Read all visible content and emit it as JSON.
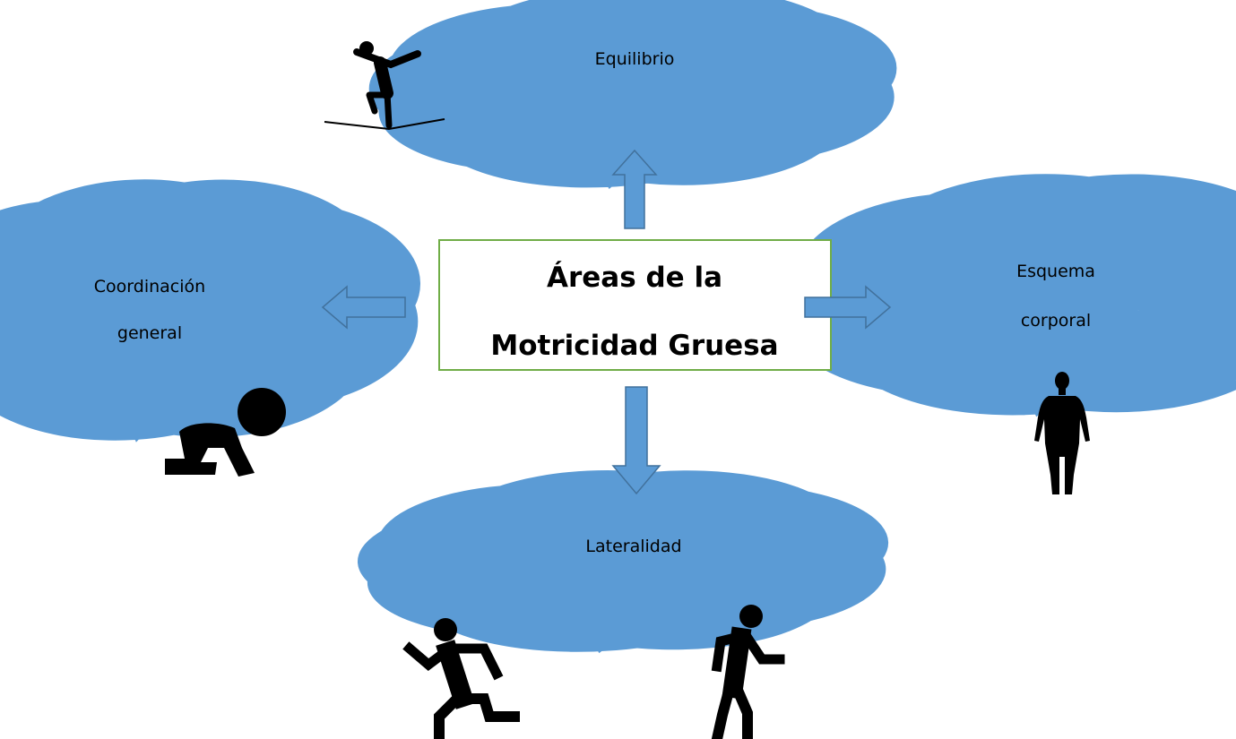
{
  "colors": {
    "cloud_stroke": "#5b9bd5",
    "arrow_fill": "#5b9bd5",
    "arrow_stroke": "#41719c",
    "box_stroke": "#70ad47",
    "silhouette": "#000000"
  },
  "center_box": {
    "line1": "Áreas de la",
    "line2": "Motricidad Gruesa"
  },
  "clouds": {
    "top": {
      "text": "Equilibrio",
      "icon": "tightrope-walker-icon"
    },
    "left": {
      "line1": "Coordinación",
      "line2": "general",
      "icon": "crawling-baby-icon"
    },
    "right": {
      "line1": "Esquema",
      "line2": "corporal",
      "icon": "human-body-icon"
    },
    "bottom": {
      "text": "Lateralidad",
      "icons": [
        "running-person-icon",
        "walking-person-icon"
      ]
    }
  }
}
